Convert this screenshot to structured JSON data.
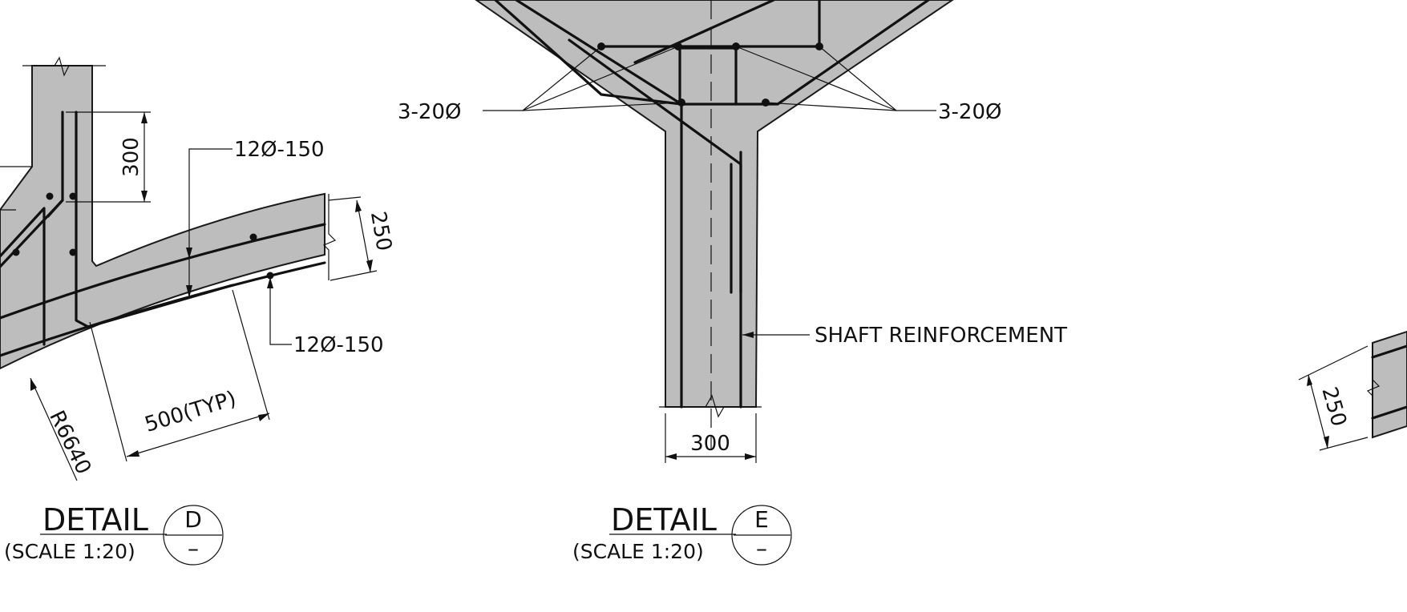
{
  "detail_d": {
    "dim_vertical": "300",
    "bar_top": "12Ø-150",
    "bar_bottom": "12Ø-150",
    "dim_thickness": "250",
    "dim_typ": "500(TYP)",
    "radius": "R6640",
    "title": "DETAIL",
    "scale": "(SCALE 1:20)",
    "bubble_top": "D",
    "bubble_bottom": "–"
  },
  "detail_e": {
    "bars_left": "3-20Ø",
    "bars_right": "3-20Ø",
    "shaft_label": "SHAFT REINFORCEMENT",
    "dim_width": "300",
    "title": "DETAIL",
    "scale": "(SCALE 1:20)",
    "bubble_top": "E",
    "bubble_bottom": "–"
  },
  "detail_f_partial": {
    "dim_thickness": "250"
  },
  "colors": {
    "concrete": "#bdbdbd",
    "line": "#111111",
    "background": "#ffffff"
  }
}
